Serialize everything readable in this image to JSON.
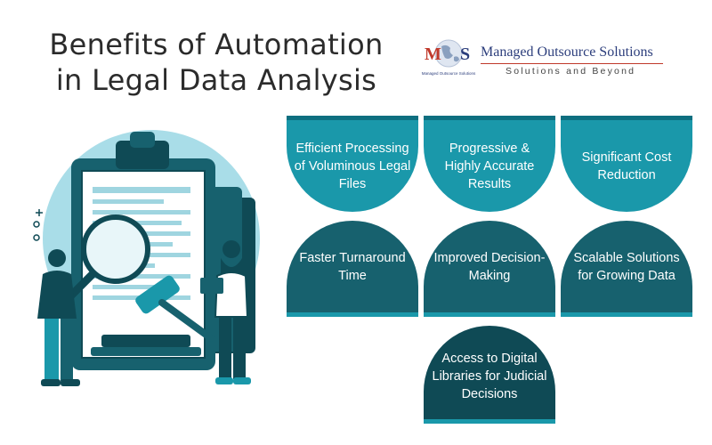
{
  "title": {
    "line1": "Benefits of Automation",
    "line2": "in Legal Data Analysis"
  },
  "logo": {
    "mark": "MOS",
    "mark_caption": "Managed Outsource Solutions",
    "name": "Managed Outsource Solutions",
    "tagline": "Solutions and Beyond"
  },
  "benefits": [
    "Efficient Processing of Voluminous Legal Files",
    "Progressive & Highly Accurate Results",
    "Significant Cost Reduction",
    "Faster Turnaround Time",
    "Improved Decision-Making",
    "Scalable Solutions for Growing Data",
    "Access to Digital Libraries for Judicial Decisions"
  ],
  "colors": {
    "teal_light": "#1a98aa",
    "teal_mid": "#17616e",
    "teal_dark": "#0f4a55",
    "brand_blue": "#2c3e7c",
    "brand_red": "#c0392b"
  }
}
